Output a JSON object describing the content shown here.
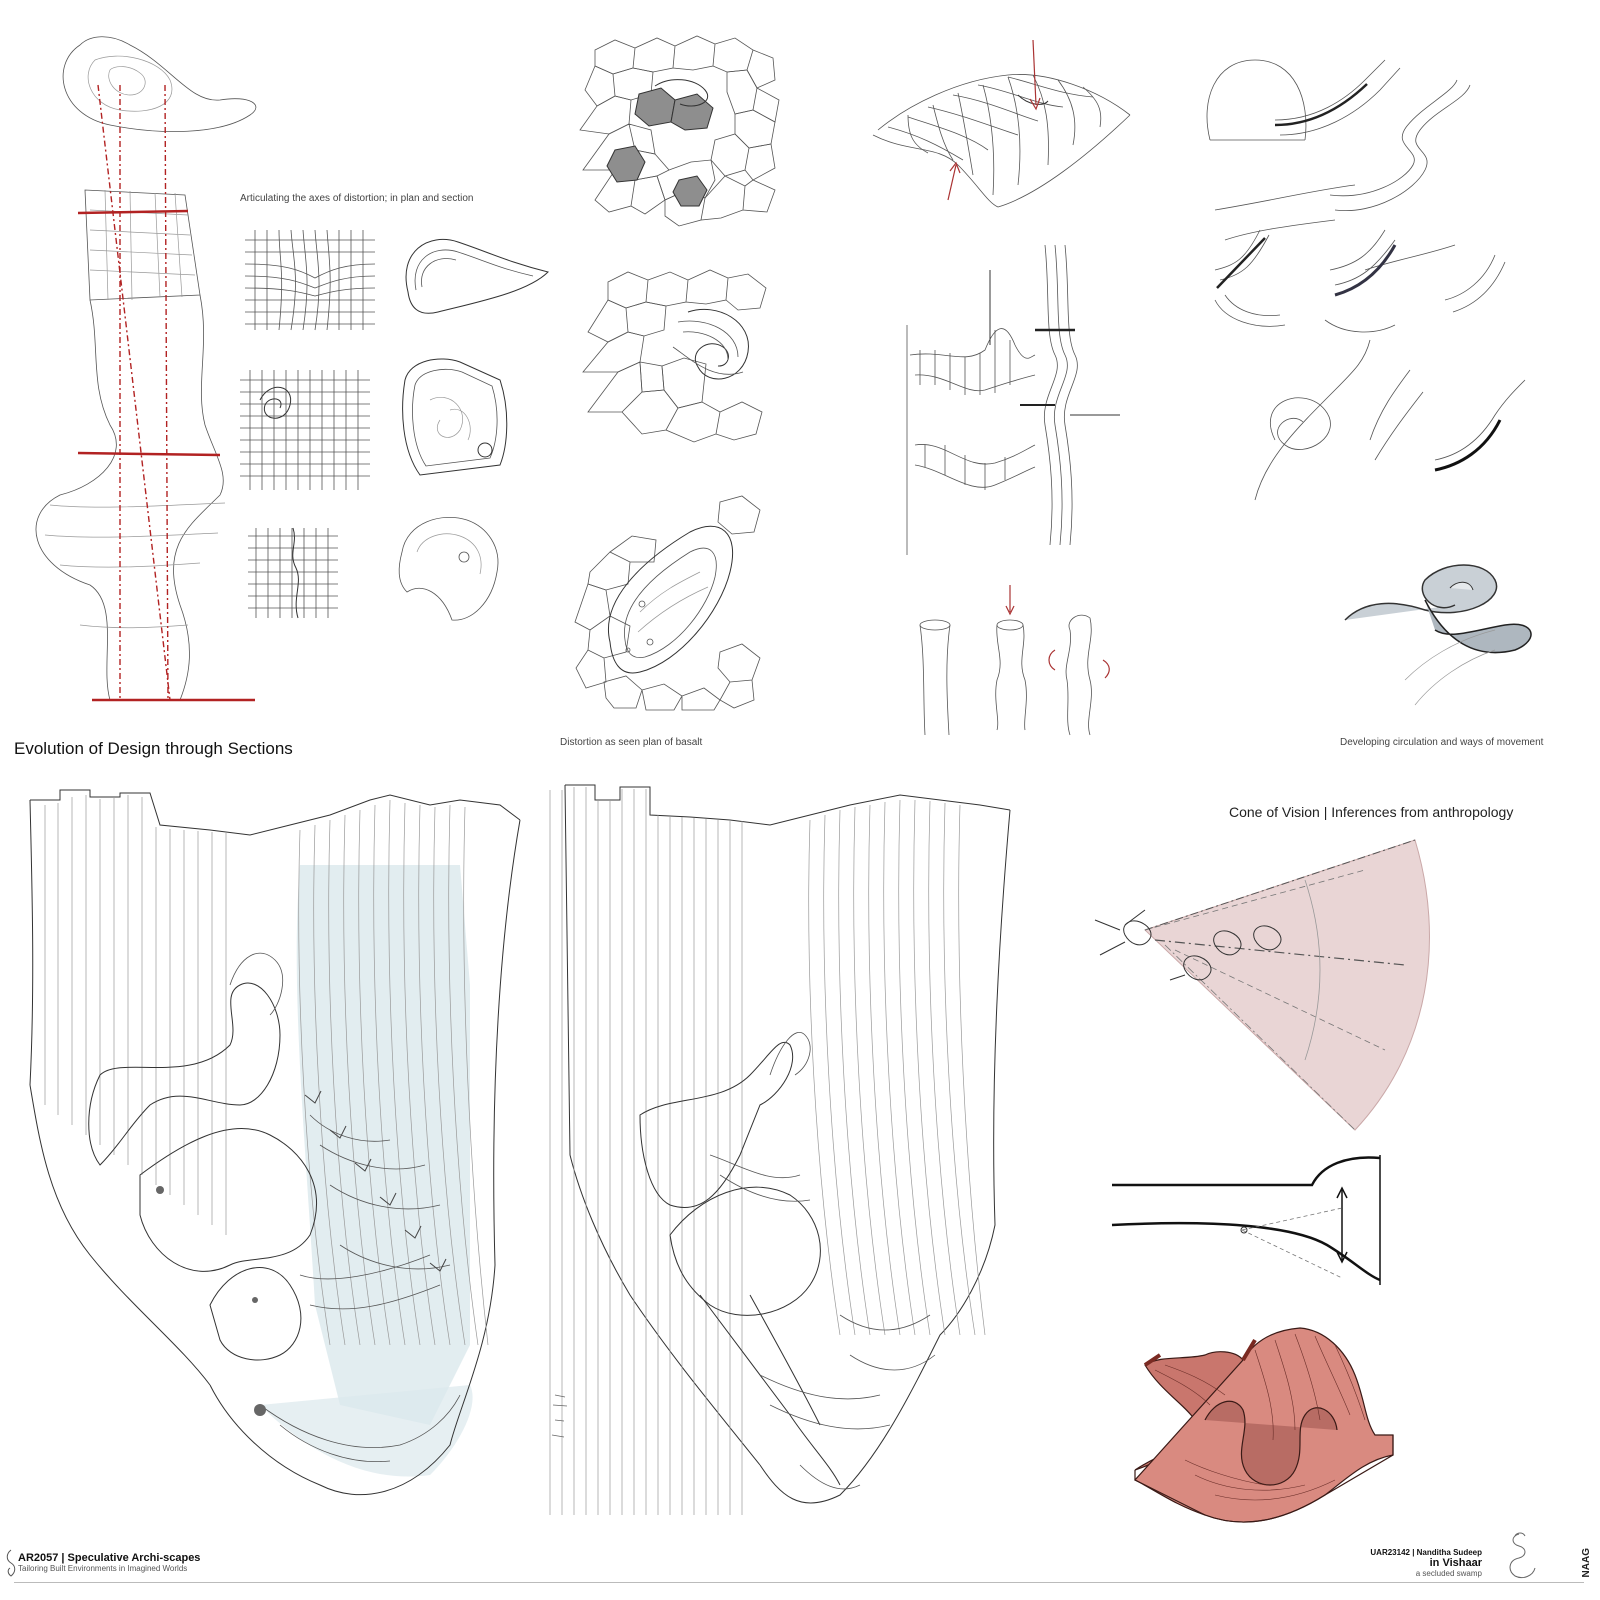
{
  "captions": {
    "axes_distortion": "Articulating the axes of distortion; in plan and section",
    "evolution_title": "Evolution of Design through Sections",
    "basalt_plan": "Distortion as seen plan of basalt",
    "circulation": "Developing circulation and ways of movement",
    "cone_of_vision": "Cone of Vision  | Inferences from  anthropology"
  },
  "footer_left": {
    "course": "AR2057 | Speculative Archi-scapes",
    "subtitle": "Tailoring Built Environments in Imagined Worlds"
  },
  "footer_right": {
    "student": "UAR23142 | Nanditha Sudeep",
    "project": "in Vishaar",
    "tagline": "a secluded swamp"
  },
  "logo": {
    "text": "NAAG"
  },
  "colors": {
    "red_axis": "#b22222",
    "cone_fill": "#e9d5d5",
    "model_fill": "#d98a80",
    "water_tint": "#d6e6ea",
    "grey_cell": "#8e8e8e"
  }
}
